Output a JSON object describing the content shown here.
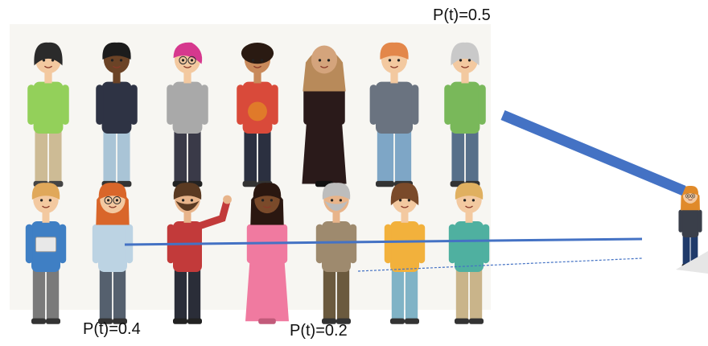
{
  "labels": {
    "top": "P(t)=0.5",
    "bottom_left": "P(t)=0.4",
    "bottom_middle": "P(t)=0.2"
  },
  "colors": {
    "arrow_blue": "#4472C4",
    "background": "#ffffff",
    "crowd_background": "#f7f6f2"
  },
  "people": {
    "top_row": [
      "person-green-shirt",
      "person-dark-sweater",
      "person-pink-hair",
      "person-red-tank",
      "person-hijab",
      "person-grey-tshirt",
      "person-elderly-green"
    ],
    "bottom_row": [
      "person-blue-shirt",
      "person-redhead-woman",
      "person-bearded-red",
      "person-pink-dress",
      "person-elderly-beard",
      "person-yellow-shirt",
      "person-teal-shirt"
    ],
    "target": "person-businesswoman"
  }
}
